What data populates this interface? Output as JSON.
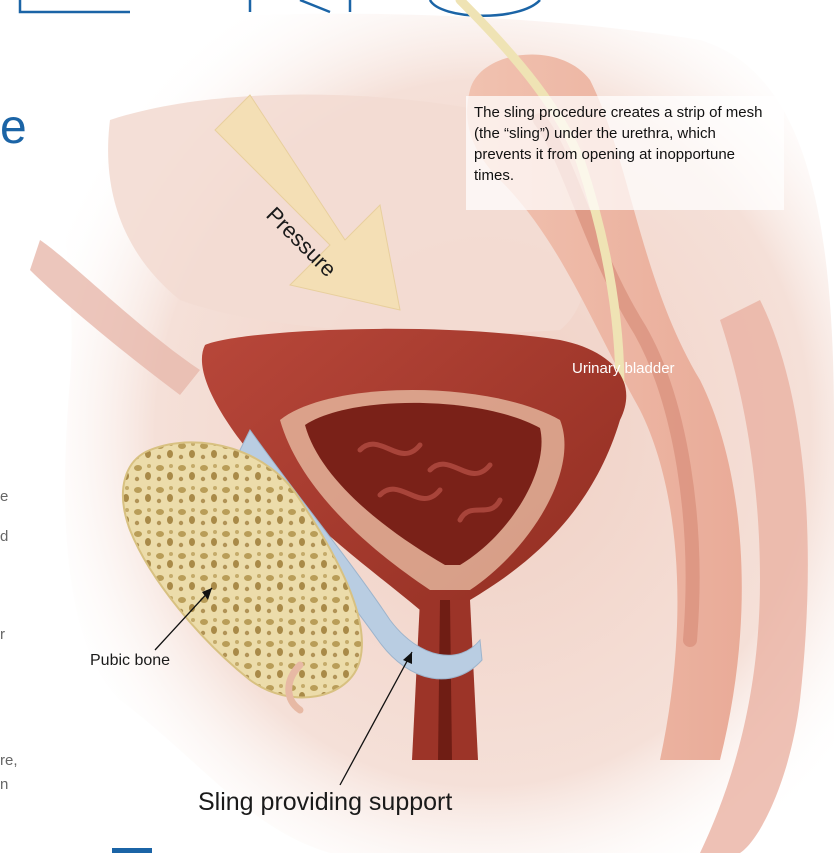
{
  "caption": "The sling procedure creates a strip of mesh (the “sling”) under the urethra, which prevents it from opening at inopportune times.",
  "arrow_label": "Pressure",
  "labels": {
    "bladder": "Urinary bladder",
    "pubic_bone": "Pubic bone",
    "sling": "Sling providing support"
  },
  "title_fragment": "e",
  "side_text_fragments": [
    "e",
    "d",
    "r",
    "re,",
    "n"
  ],
  "colors": {
    "bladder": "#9e3426",
    "bladder_inner": "#7a2118",
    "bone": "#ead7a2",
    "sling": "#b9cde2",
    "arrow": "#f4dfb5",
    "title_blue": "#1b64a6",
    "tissue": "#f1d6cc"
  }
}
